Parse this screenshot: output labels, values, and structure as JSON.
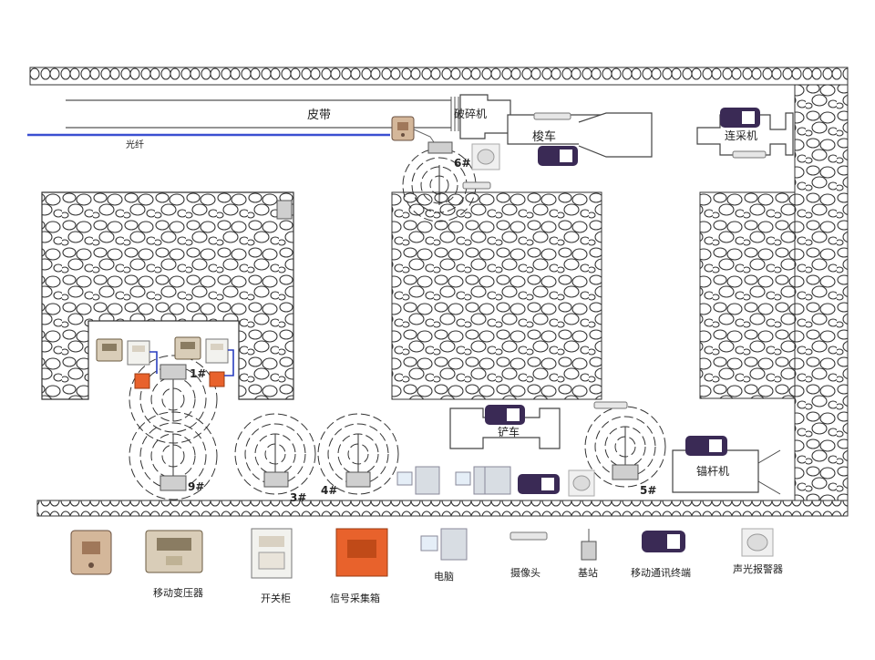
{
  "labels": {
    "belt": "皮带",
    "crusher": "破碎机",
    "fiber": "光纤",
    "shuttle_car": "梭车",
    "continuous_miner": "连采机",
    "shovel_car": "铲车",
    "bolter": "锚杆机"
  },
  "stations": {
    "s1": "1#",
    "s3": "3#",
    "s4": "4#",
    "s5": "5#",
    "s6": "6#",
    "s9": "9#"
  },
  "legend": [
    {
      "name": "junction-box",
      "label": ""
    },
    {
      "name": "mobile-transformer",
      "label": "移动变压器"
    },
    {
      "name": "switch-cabinet",
      "label": "开关柜"
    },
    {
      "name": "signal-collection-box",
      "label": "信号采集箱"
    },
    {
      "name": "computer",
      "label": "电脑"
    },
    {
      "name": "camera",
      "label": "摄像头"
    },
    {
      "name": "base-station",
      "label": "基站"
    },
    {
      "name": "mobile-terminal",
      "label": "移动通讯终端"
    },
    {
      "name": "sound-light-alarm",
      "label": "声光报警器"
    }
  ],
  "colors": {
    "fiber": "#3a4fd1",
    "rock_stroke": "#333333",
    "terminal_body": "#3a2a55",
    "signal_box": "#e8622c",
    "device_body": "#d9cdb8"
  }
}
